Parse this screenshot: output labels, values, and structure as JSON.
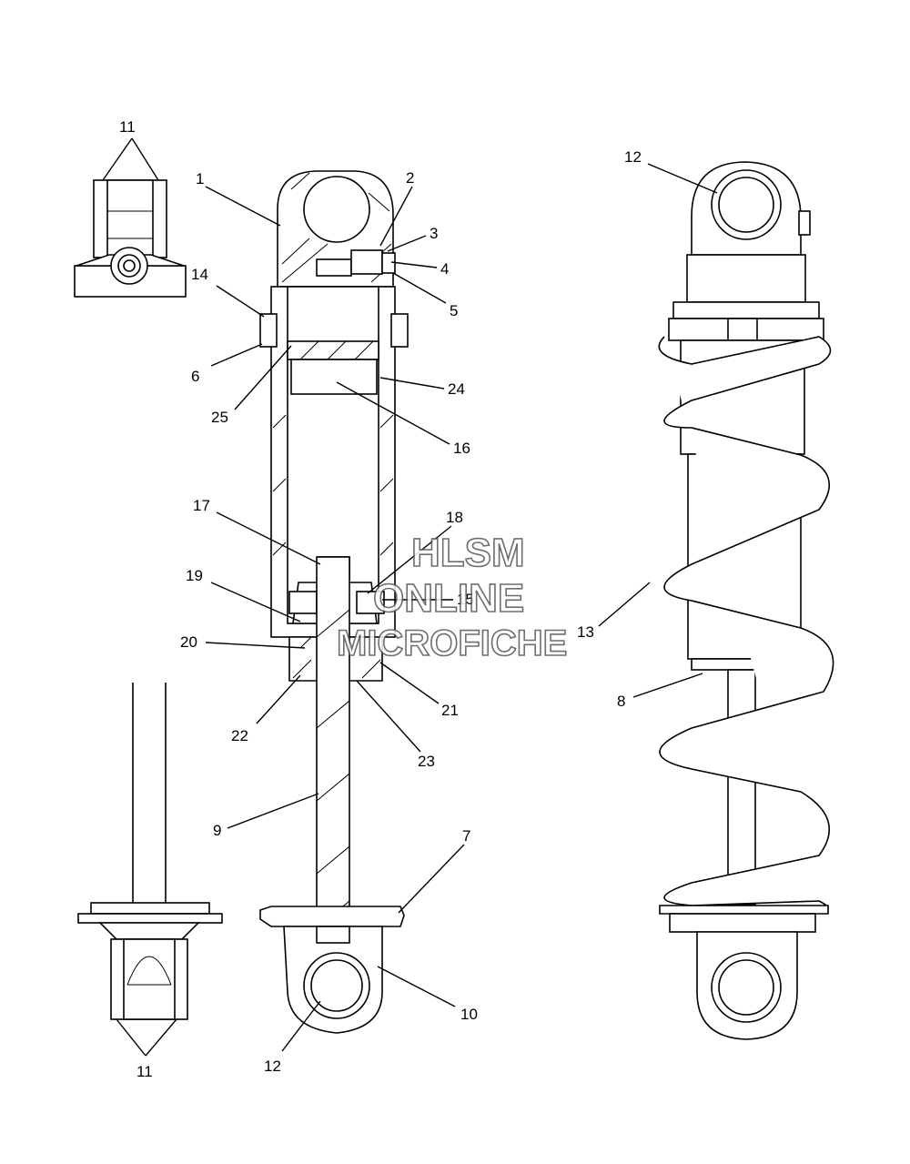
{
  "watermark": {
    "line1": "HLSM",
    "line2": "ONLINE",
    "line3": "MICROFICHE"
  },
  "callouts": {
    "c1": "1",
    "c2": "2",
    "c3": "3",
    "c4": "4",
    "c5": "5",
    "c6": "6",
    "c7": "7",
    "c8": "8",
    "c9": "9",
    "c10": "10",
    "c11a": "11",
    "c11b": "11",
    "c12a": "12",
    "c12b": "12",
    "c13": "13",
    "c14": "14",
    "c15": "15",
    "c16": "16",
    "c17": "17",
    "c18": "18",
    "c19": "19",
    "c20": "20",
    "c21": "21",
    "c22": "22",
    "c23": "23",
    "c24": "24",
    "c25": "25"
  }
}
